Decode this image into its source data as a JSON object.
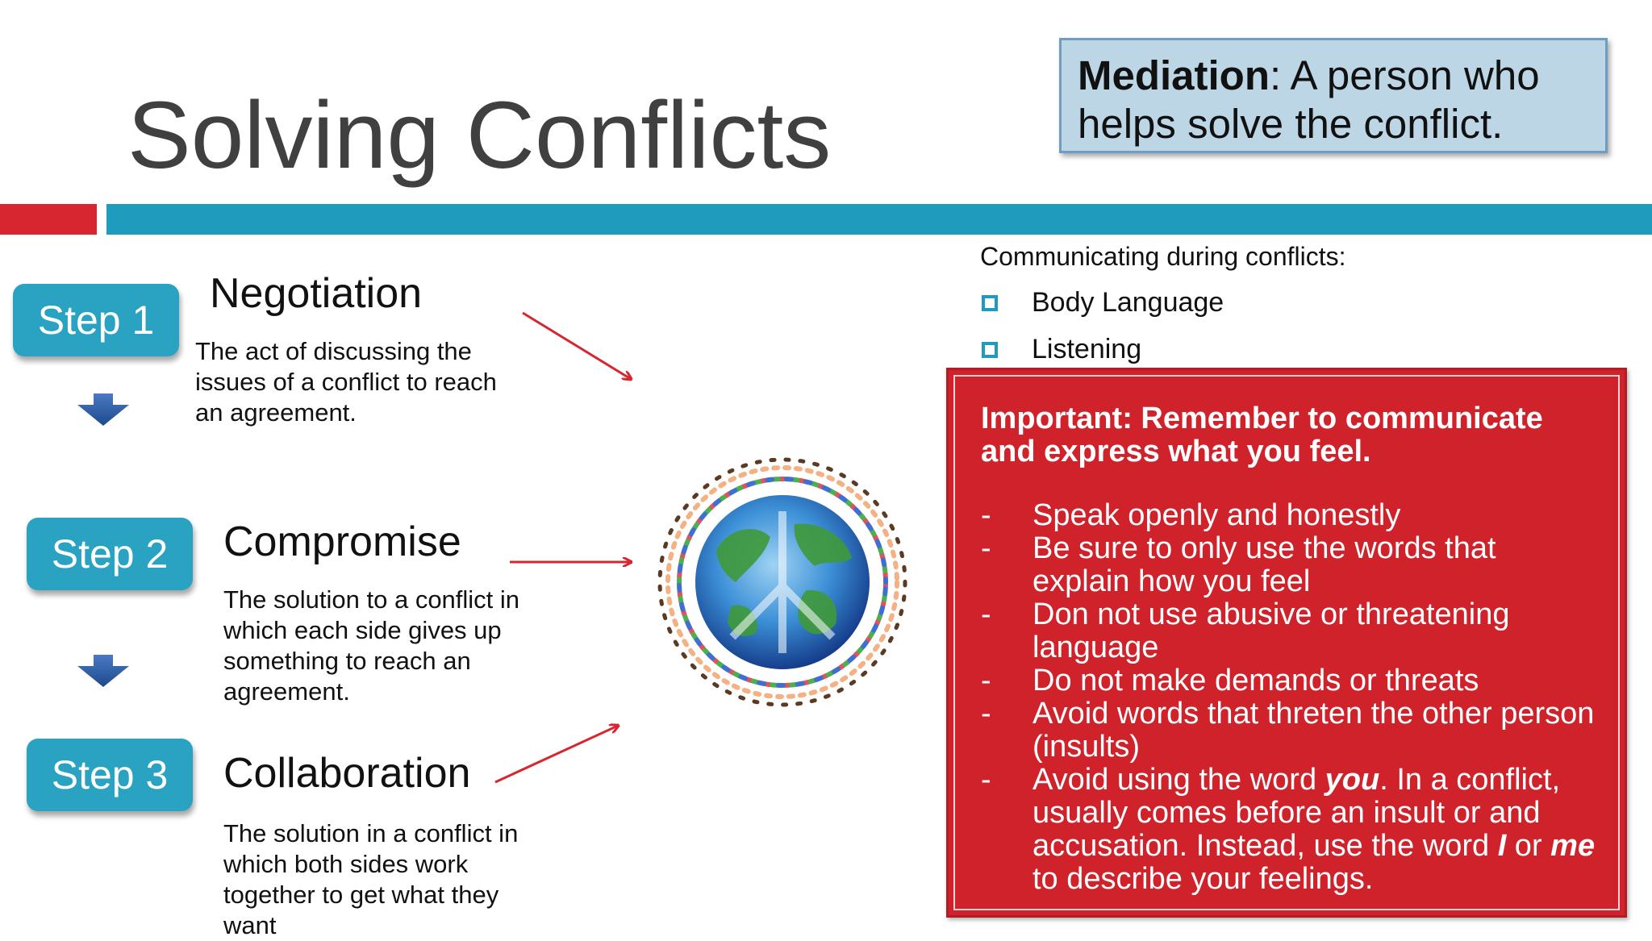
{
  "title": "Solving Conflicts",
  "mediation": {
    "term": "Mediation",
    "rest": ": A person who helps solve the conflict."
  },
  "colors": {
    "accent_blue": "#1f9bbd",
    "accent_red": "#d7262f",
    "step_button": "#2aa3c3",
    "important_bg": "#d0222a",
    "mediation_bg": "#bcd6e6"
  },
  "steps": [
    {
      "button": "Step 1",
      "term": "Negotiation",
      "definition": "The act of discussing the issues of a conflict to reach an agreement."
    },
    {
      "button": "Step 2",
      "term": "Compromise",
      "definition": "The solution to a conflict in which each side gives up something to reach an agreement."
    },
    {
      "button": "Step 3",
      "term": "Collaboration",
      "definition": "The solution in a conflict in which both sides work together to get what they want"
    }
  ],
  "icons": {
    "step_connector": "down-arrow-icon",
    "pointer": "red-arrow-icon",
    "center_image": "globe-peace-kids-illustration",
    "list_bullet": "square-bullet-icon"
  },
  "communicating": {
    "heading": "Communicating during conflicts:",
    "items": [
      "Body Language",
      "Listening"
    ]
  },
  "important": {
    "heading": "Important: Remember to communicate and express what you feel.",
    "dash": "-",
    "tips": [
      "Speak openly and honestly",
      "Be sure to only use the words that explain how you feel",
      "Don not use abusive or threatening language",
      "Do not make demands or threats",
      "Avoid words that threten the other person (insults)"
    ],
    "last_tip": {
      "p1": "Avoid using the word ",
      "you": "you",
      "p2": ". In a conflict, usually comes before an insult or and accusation. Instead, use the word ",
      "i": "I",
      "or": " or ",
      "me": "me",
      "p3": " to describe your feelings."
    }
  }
}
